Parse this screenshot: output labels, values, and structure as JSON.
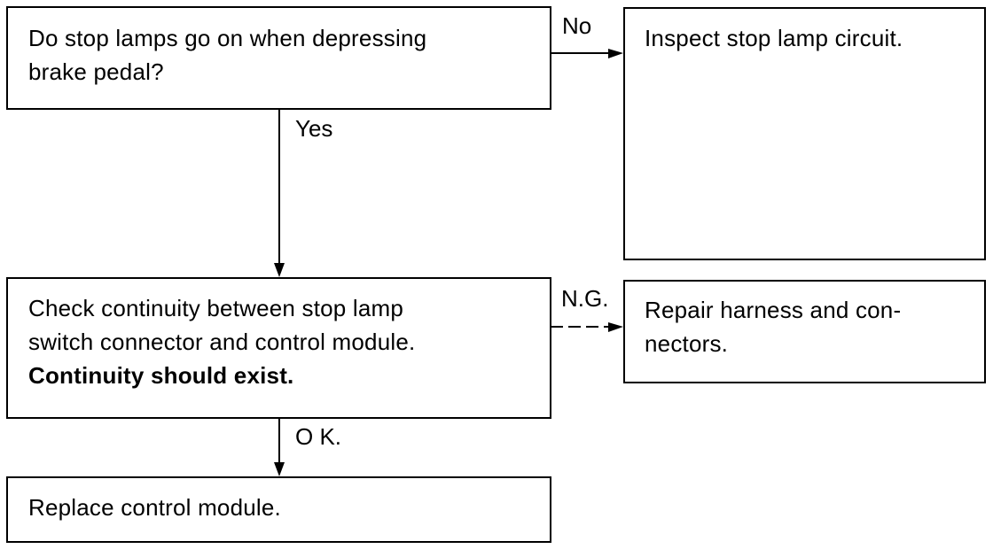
{
  "flowchart": {
    "nodes": [
      {
        "id": "q1",
        "lines": [
          "Do stop lamps go on when depressing",
          "brake pedal?"
        ]
      },
      {
        "id": "inspect",
        "lines": [
          "Inspect stop lamp circuit."
        ]
      },
      {
        "id": "check",
        "lines": [
          "Check continuity between stop lamp",
          "switch connector and control module."
        ],
        "emphasis": "Continuity should exist."
      },
      {
        "id": "repair",
        "lines": [
          "Repair harness and con-",
          "nectors."
        ]
      },
      {
        "id": "replace",
        "lines": [
          "Replace control module."
        ]
      }
    ],
    "edges": [
      {
        "from": "q1",
        "to": "inspect",
        "label": "No"
      },
      {
        "from": "q1",
        "to": "check",
        "label": "Yes"
      },
      {
        "from": "check",
        "to": "repair",
        "label": "N.G."
      },
      {
        "from": "check",
        "to": "replace",
        "label": "O K."
      }
    ]
  }
}
